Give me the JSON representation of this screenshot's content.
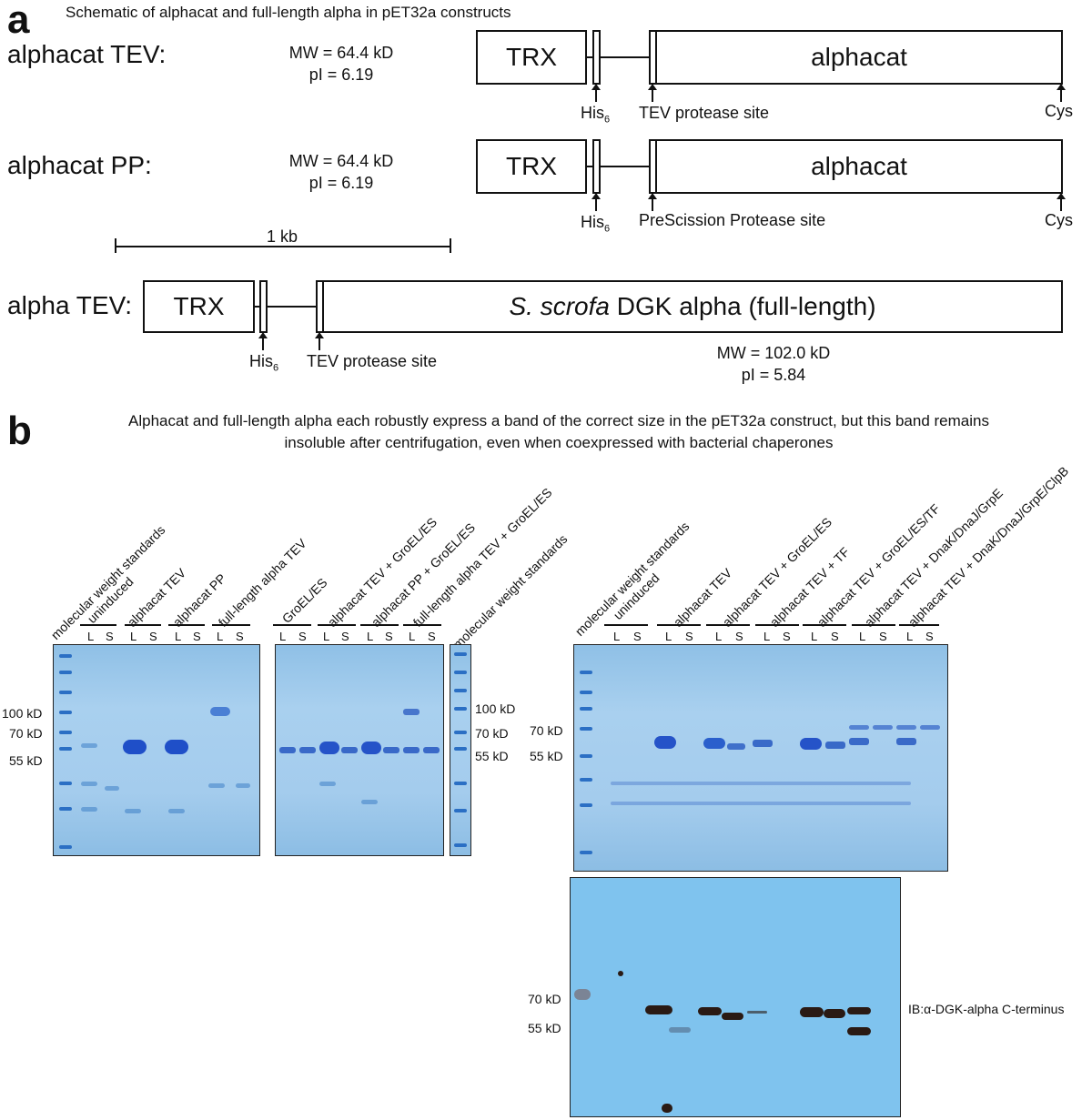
{
  "panel_a": {
    "letter": "a",
    "title": "Schematic of alphacat and full-length alpha in pET32a constructs",
    "constructs": [
      {
        "name": "alphacat TEV:",
        "mw": "MW = 64.4 kD",
        "pi": "pI = 6.19",
        "trx": "TRX",
        "domain": "alphacat",
        "his": "His",
        "his_sub": "6",
        "site": "TEV protease site",
        "cys": "Cys"
      },
      {
        "name": "alphacat PP:",
        "mw": "MW = 64.4 kD",
        "pi": "pI = 6.19",
        "trx": "TRX",
        "domain": "alphacat",
        "his": "His",
        "his_sub": "6",
        "site": "PreScission Protease site",
        "cys": "Cys"
      }
    ],
    "scale": "1 kb",
    "full": {
      "name": "alpha TEV:",
      "trx": "TRX",
      "domain_italic": "S. scrofa",
      "domain_rest": " DGK alpha (full-length)",
      "his": "His",
      "his_sub": "6",
      "site": "TEV protease site",
      "mw": "MW = 102.0 kD",
      "pi": "pI = 5.84"
    }
  },
  "panel_b": {
    "letter": "b",
    "title_line1": "Alphacat and full-length alpha each robustly express a band of the correct size in the pET32a construct, but this band remains",
    "title_line2": "insoluble after centrifugation, even when coexpressed with  bacterial chaperones",
    "gel1_labels": [
      "molecular weight standards",
      "uninduced",
      "alphacat TEV",
      "alphacat PP",
      "full-length alpha TEV"
    ],
    "gel2_labels": [
      "GroEL/ES",
      "alphacat TEV + GroEL/ES",
      "alphacat PP + GroEL/ES",
      "full-length alpha TEV + GroEL/ES",
      "molecular weight standards"
    ],
    "gel3_labels": [
      "molecular weight standards",
      "uninduced",
      "alphacat TEV",
      "alphacat TEV + GroEL/ES",
      "alphacat TEV + TF",
      "alphacat TEV + GroEL/ES/TF",
      "alphacat TEV + DnaK/DnaJ/GrpE",
      "alphacat TEV + DnaK/DnaJ/GrpE/ClpB"
    ],
    "l": "L",
    "s": "S",
    "mw_left": [
      "100 kD",
      "70 kD",
      "55 kD"
    ],
    "mw_mid": [
      "100 kD",
      "70 kD",
      "55 kD"
    ],
    "mw_right": [
      "70 kD",
      "55 kD"
    ],
    "mw_blot": [
      "70 kD",
      "55 kD"
    ],
    "blot_label": "IB:α-DGK-alpha C-terminus"
  }
}
